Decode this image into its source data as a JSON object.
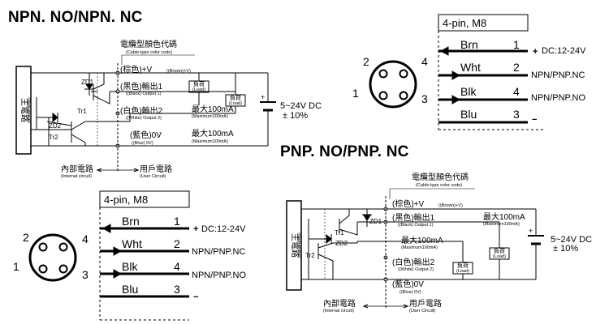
{
  "npn": {
    "title": "NPN. NO/NPN. NC",
    "cable_color_cn": "電纜型顏色代碼",
    "cable_color_en": "(Cable-type color code)",
    "brown_cn": "(棕色)+V",
    "brown_en": "((Brown)+V)",
    "black_cn": "(黑色)輸出1",
    "black_en": "((Black) Output 1)",
    "white_cn": "(白色)輸出2",
    "white_en": "((White) Output 2)",
    "blue_cn": "(藍色)0V",
    "blue_en": "((Blue) 0V)",
    "max1_cn": "最大100mA",
    "max1_en": "(Maximum100mA)",
    "max2_cn": "最大100mA",
    "max2_en": "(Maximum100mA)",
    "load1_cn": "負荷",
    "load1_en": "(Load)",
    "load2_cn": "負荷",
    "load2_en": "(Load)",
    "supply": "5~24V DC",
    "tolerance": "± 10%",
    "main_circuit_cn": "主電路",
    "main_circuit_en": "(Main circuit)",
    "internal_cn": "內部電路",
    "internal_en": "(Internal circuit)",
    "user_cn": "用戶電路",
    "user_en": "(User Circuit)",
    "zd1": "ZD1",
    "zd2": "ZD2",
    "tr1": "Tr1",
    "tr2": "Tr2"
  },
  "pnp": {
    "title": "PNP. NO/PNP. NC",
    "cable_color_cn": "電纜型顏色代碼",
    "cable_color_en": "(Cable-type color code)",
    "brown_cn": "(棕色)+V",
    "brown_en": "((Brown)+V)",
    "black_cn": "(黑色)輸出1",
    "black_en": "((Black) Output 1)",
    "white_cn": "(白色)輸出2",
    "white_en": "((White) Output 2)",
    "blue_cn": "(藍色)0V",
    "blue_en": "((Blue) 0V)",
    "max1_cn": "最大100mA",
    "max1_en": "(Maximum100mA)",
    "max2_cn": "最大100mA",
    "max2_en": "(Maximum100mA)",
    "load1_cn": "負荷",
    "load1_en": "(Load)",
    "load2_cn": "負荷",
    "load2_en": "(Load)",
    "supply": "5~24V DC",
    "tolerance": "± 10%",
    "main_circuit_cn": "主電路",
    "main_circuit_en": "(Main circuit)",
    "internal_cn": "內部電路",
    "internal_en": "(Internal circuit)",
    "user_cn": "用戶電路",
    "user_en": "(User Circuit)",
    "zd1": "ZD1",
    "zd2": "ZD2",
    "tr1": "Tr1",
    "tr2": "Tr2"
  },
  "connector_top": {
    "title": "4-pin, M8",
    "pins_diagram": [
      "2",
      "4",
      "1",
      "3"
    ],
    "wires": [
      {
        "color": "Brn",
        "pin": "1",
        "signal": "DC:12-24V",
        "sign": "+"
      },
      {
        "color": "Wht",
        "pin": "2",
        "signal": "NPN/PNP.NC"
      },
      {
        "color": "Blk",
        "pin": "4",
        "signal": "NPN/PNP.NO"
      },
      {
        "color": "Blu",
        "pin": "3",
        "signal": "",
        "sign": "−"
      }
    ]
  },
  "connector_bottom": {
    "title": "4-pin, M8",
    "pins_diagram": [
      "2",
      "4",
      "1",
      "3"
    ],
    "wires": [
      {
        "color": "Brn",
        "pin": "1",
        "signal": "DC:12-24V",
        "sign": "+"
      },
      {
        "color": "Wht",
        "pin": "2",
        "signal": "NPN/PNP.NC"
      },
      {
        "color": "Blk",
        "pin": "4",
        "signal": "NPN/PNP.NO"
      },
      {
        "color": "Blu",
        "pin": "3",
        "signal": "",
        "sign": "−"
      }
    ]
  }
}
